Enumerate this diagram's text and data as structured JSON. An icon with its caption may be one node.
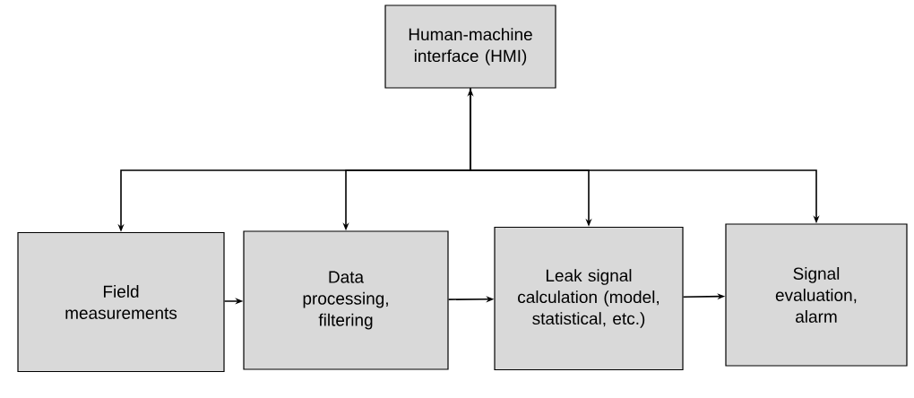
{
  "diagram": {
    "nodes": [
      {
        "text": [
          "Human-machine interface (HMI)"
        ]
      },
      {
        "text": [
          "Field measurements"
        ]
      },
      {
        "text": [
          "Data processing, filtering"
        ]
      },
      {
        "text": [
          "Leak signal calculation (model, statistical, etc.)"
        ]
      },
      {
        "text": [
          "Signal evaluation, alarm"
        ]
      }
    ],
    "edges": [
      {
        "from": 0,
        "to": 1,
        "arrow": "both"
      },
      {
        "from": 0,
        "to": 2,
        "arrow": "to"
      },
      {
        "from": 0,
        "to": 3,
        "arrow": "to"
      },
      {
        "from": 0,
        "to": 4,
        "arrow": "to"
      },
      {
        "from": 1,
        "to": 2,
        "arrow": "to"
      },
      {
        "from": 2,
        "to": 3,
        "arrow": "to"
      },
      {
        "from": 3,
        "to": 4,
        "arrow": "to"
      }
    ]
  }
}
